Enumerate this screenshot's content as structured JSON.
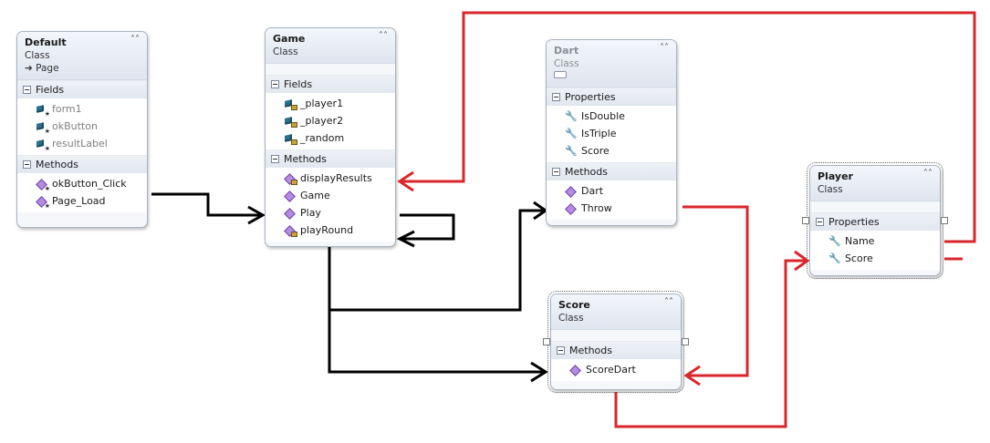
{
  "colors": {
    "association": "#000000",
    "reference": "#d9262b"
  },
  "collapse_glyph": "˄˄",
  "classes": {
    "default": {
      "name": "Default",
      "kind": "Class",
      "base": "➔ Page",
      "fields_label": "Fields",
      "fields": [
        "form1",
        "okButton",
        "resultLabel"
      ],
      "methods_label": "Methods",
      "methods": [
        "okButton_Click",
        "Page_Load"
      ]
    },
    "game": {
      "name": "Game",
      "kind": "Class",
      "fields_label": "Fields",
      "fields": [
        "_player1",
        "_player2",
        "_random"
      ],
      "methods_label": "Methods",
      "methods": [
        "displayResults",
        "Game",
        "Play",
        "playRound"
      ]
    },
    "dart": {
      "name": "Dart",
      "kind": "Class",
      "properties_label": "Properties",
      "properties": [
        "IsDouble",
        "IsTriple",
        "Score"
      ],
      "methods_label": "Methods",
      "methods": [
        "Dart",
        "Throw"
      ]
    },
    "score": {
      "name": "Score",
      "kind": "Class",
      "methods_label": "Methods",
      "methods": [
        "ScoreDart"
      ]
    },
    "player": {
      "name": "Player",
      "kind": "Class",
      "properties_label": "Properties",
      "properties": [
        "Name",
        "Score"
      ]
    }
  }
}
